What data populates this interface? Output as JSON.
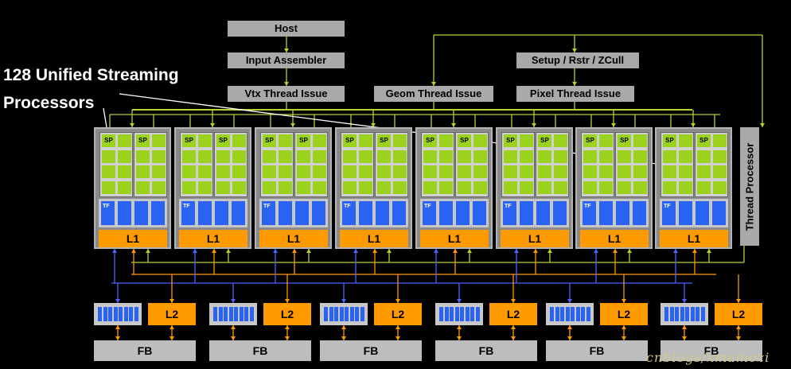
{
  "host_label": "Host",
  "input_assembler_label": "Input Assembler",
  "setup_label": "Setup / Rstr / ZCull",
  "vtx_thread_issue_label": "Vtx Thread Issue",
  "geom_thread_issue_label": "Geom Thread Issue",
  "pixel_thread_issue_label": "Pixel Thread Issue",
  "callout": {
    "line1": "128 Unified Streaming",
    "line2": "Processors"
  },
  "thread_processor_label": "Thread Processor",
  "sp_label": "SP",
  "tf_label": "TF",
  "l1_label": "L1",
  "l2_label": "L2",
  "fb_label": "FB",
  "cluster_count": 8,
  "partition_count": 6,
  "watermark_text": "cnblogs/xmamozi",
  "colors": {
    "background": "#000000",
    "block_gray": "#a9a9a9",
    "stream_processor_green": "#9ad21e",
    "texture_blue": "#2a63f2",
    "cache_orange": "#ff9a00",
    "green_interconnect": "#b7d030",
    "blue_interconnect": "#4a64ff"
  }
}
